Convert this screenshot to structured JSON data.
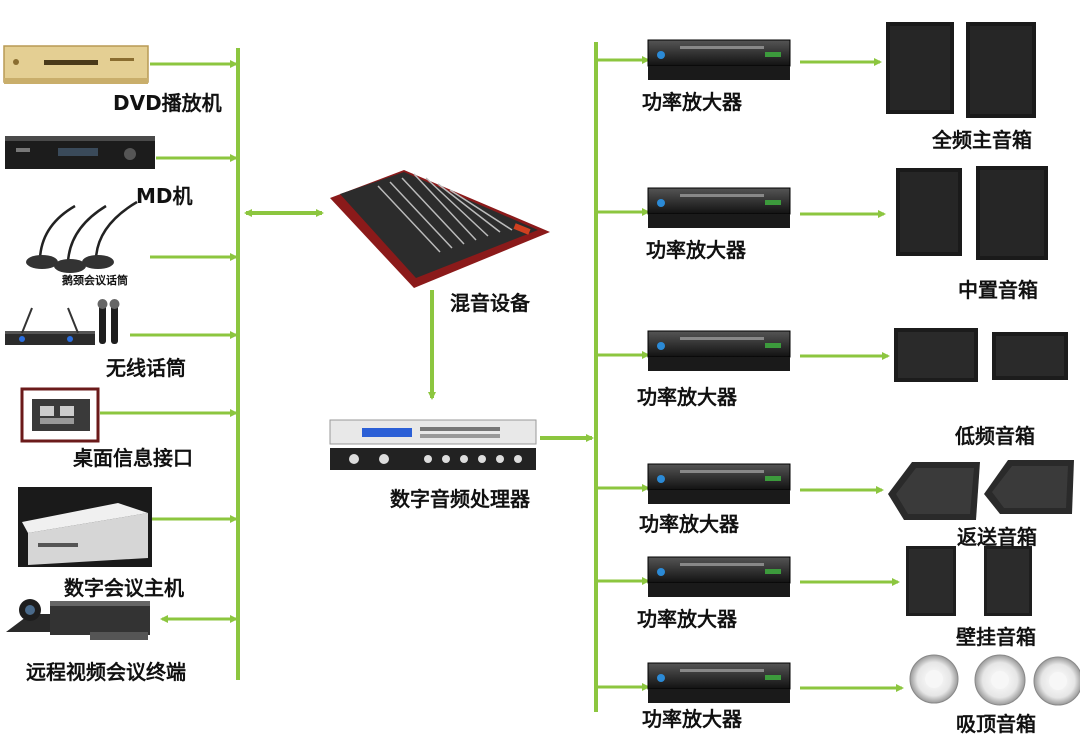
{
  "sources": [
    {
      "id": "dvd",
      "label": "DVD播放机"
    },
    {
      "id": "md",
      "label": "MD机"
    },
    {
      "id": "gooseneck",
      "label": "鹅颈会议话筒"
    },
    {
      "id": "wireless",
      "label": "无线话筒"
    },
    {
      "id": "desk",
      "label": "桌面信息接口"
    },
    {
      "id": "conf_host",
      "label": "数字会议主机"
    },
    {
      "id": "video_conf",
      "label": "远程视频会议终端"
    }
  ],
  "center": {
    "mixer": "混音设备",
    "dsp": "数字音频处理器"
  },
  "amplifier_label": "功率放大器",
  "speakers": [
    {
      "id": "full",
      "label": "全频主音箱"
    },
    {
      "id": "mid",
      "label": "中置音箱"
    },
    {
      "id": "sub",
      "label": "低频音箱"
    },
    {
      "id": "monitor",
      "label": "返送音箱"
    },
    {
      "id": "wall",
      "label": "壁挂音箱"
    },
    {
      "id": "ceiling",
      "label": "吸顶音箱"
    }
  ],
  "colors": {
    "line": "#8cc63f",
    "mixer_side": "#8b1a1a",
    "device": "#2a2a2a"
  }
}
